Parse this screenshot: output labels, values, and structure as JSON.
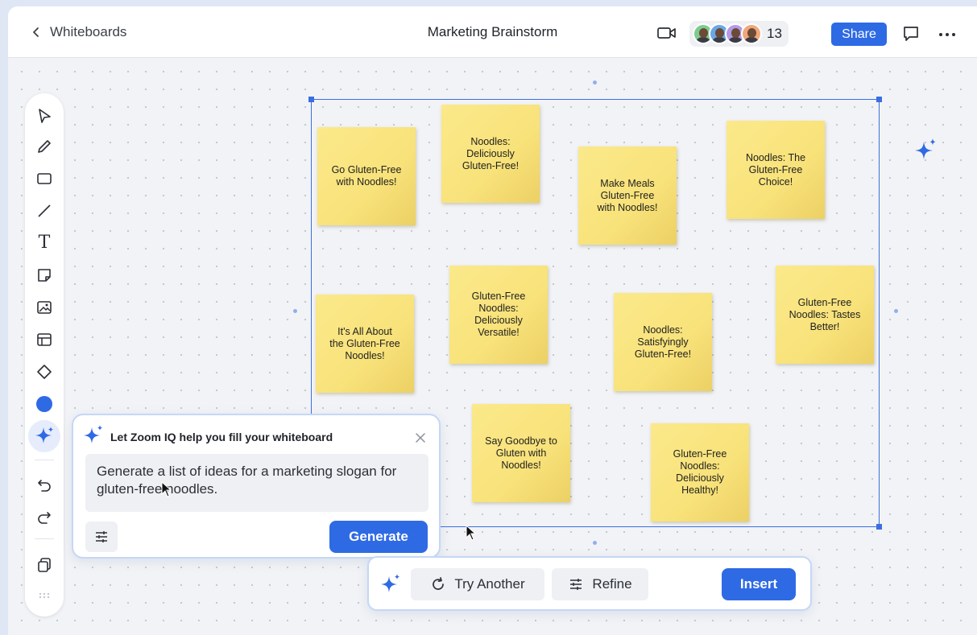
{
  "header": {
    "back_label": "Whiteboards",
    "title": "Marketing Brainstorm",
    "participant_count": "13",
    "share_label": "Share"
  },
  "notes": [
    {
      "text": "Go Gluten-Free\nwith Noodles!"
    },
    {
      "text": "Noodles:\nDeliciously\nGluten-Free!"
    },
    {
      "text": "Make Meals\nGluten-Free\nwith Noodles!"
    },
    {
      "text": "Noodles: The\nGluten-Free\nChoice!"
    },
    {
      "text": "It's All About\nthe Gluten-Free\nNoodles!"
    },
    {
      "text": "Gluten-Free\nNoodles:\nDeliciously\nVersatile!"
    },
    {
      "text": "Noodles:\nSatisfyingly\nGluten-Free!"
    },
    {
      "text": "Gluten-Free\nNoodles: Tastes\nBetter!"
    },
    {
      "text": "Say Goodbye to\nGluten with\nNoodles!"
    },
    {
      "text": "Gluten-Free\nNoodles:\nDeliciously\nHealthy!"
    }
  ],
  "iq_panel": {
    "title": "Let Zoom IQ help you fill your whiteboard",
    "prompt_value": "Generate a list of ideas for a marketing slogan for gluten-free noodles.",
    "generate_label": "Generate"
  },
  "action_bar": {
    "try_another_label": "Try Another",
    "refine_label": "Refine",
    "insert_label": "Insert"
  },
  "toolbar": {
    "text_tool_glyph": "T",
    "active_color": "#2f6ae5"
  },
  "colors": {
    "accent": "#2f6ae5",
    "sticky_note": "#f8e27a",
    "selection": "#3a6fe0"
  }
}
